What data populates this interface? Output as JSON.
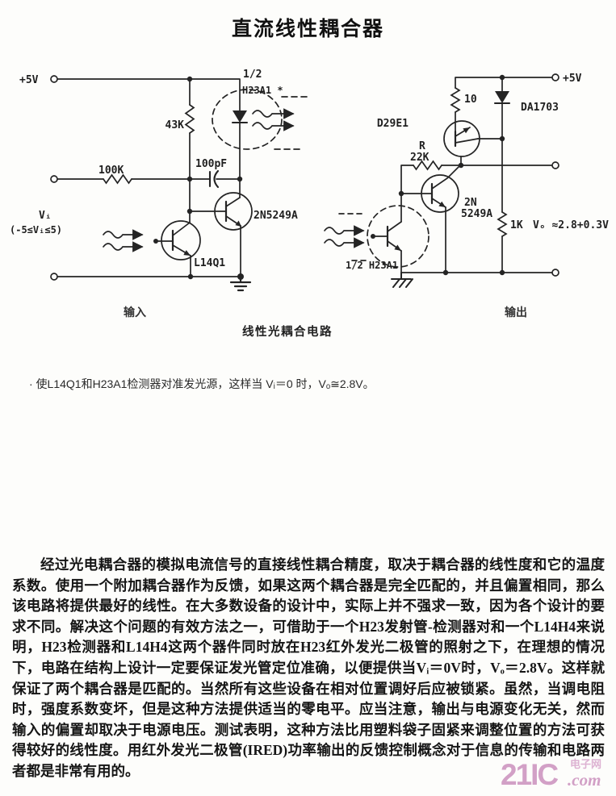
{
  "doc": {
    "title": "直流线性耦合器",
    "figure": {
      "caption": "线性光耦合电路",
      "input_label": "输入",
      "output_label": "输出"
    },
    "left": {
      "supply": "+5V",
      "r43k": "43K",
      "r100k": "100K",
      "c100pf": "100pF",
      "led_line1": "1/2",
      "led_line2": "H23A1 *",
      "q_photo": "L14Q1",
      "q_npn": "2N5249A",
      "vi": "Vᵢ",
      "vi_range": "(-5≤Vᵢ≤5)"
    },
    "right": {
      "supply": "+5V",
      "r10": "10",
      "r_name": "R",
      "r22k": "22K",
      "r1k": "1K",
      "diode": "DA1703",
      "q1": "D29E1",
      "q2_line1": "2N",
      "q2_line2": "5249A",
      "pt": "1/2 H23A1",
      "vout": "Vₒ ≈2.8+0.3V"
    },
    "note": "·  使L14Q1和H23A1检测器对准发光源，这样当 Vᵢ＝0 时，Vₒ≅2.8V。",
    "body": "经过光电耦合器的模拟电流信号的直接线性耦合精度，取决于耦合器的线性度和它的温度系数。使用一个附加耦合器作为反馈，如果这两个耦合器是完全匹配的，并且偏置相同，那么该电路将提供最好的线性。在大多数设备的设计中，实际上并不强求一致，因为各个设计的要求不同。解决这个问题的有效方法之一，可借助于一个H23发射管-检测器对和一个L14H4来说明，H23检测器和L14H4这两个器件同时放在H23红外发光二极管的照射之下，在理想的情况下，电路在结构上设计一定要保证发光管定位准确，以便提供当Vᵢ＝0V时，Vₒ＝2.8V。这样就保证了两个耦合器是匹配的。当然所有这些设备在相对位置调好后应被锁紧。虽然，当调电阻时，强度系数变坏，但是这种方法提供适当的零电平。应当注意，输出与电源变化无关，然而输入的偏置却取决于电源电压。测试表明，这种方法比用塑料袋子固紧来调整位置的方法可获得较好的线性度。用红外发光二极管(IRED)功率输出的反馈控制概念对于信息的传输和电路两者都是非常有用的。",
    "watermark": {
      "brand": "21IC",
      "tld": ".com",
      "site": "电子网"
    }
  }
}
